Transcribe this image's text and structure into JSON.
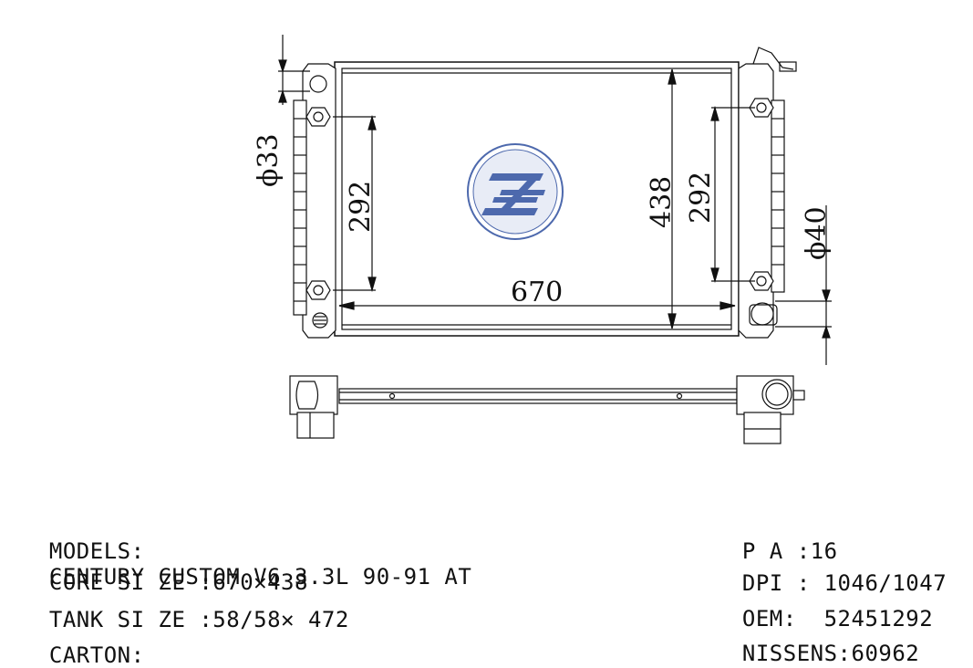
{
  "dimensions": {
    "pipe_left": "ϕ33",
    "pipe_right": "ϕ40",
    "mount_left": "292",
    "mount_right": "292",
    "core_height": "438",
    "core_width": "670"
  },
  "specs": {
    "models_label": "MODELS:",
    "models_value": "CENTURY CUSTOM V6 3.3L 90-91 AT",
    "core_size_label": "CORE SI ZE :",
    "core_size_value": "670✕438",
    "tank_size_label": "TANK SI ZE :",
    "tank_size_value": "58/58✕ 472",
    "carton_label": "CARTON:",
    "carton_value": "",
    "pa_label": "P A :",
    "pa_value": "16",
    "dpi_label": "DPI :",
    "dpi_value": "1046/1047",
    "oem_label": "OEM:",
    "oem_value": "52451292",
    "nissens_label": "NISSENS:",
    "nissens_value": "60962"
  },
  "logo": {
    "color": "#2f4f9f",
    "icon": "company-logo-icon"
  }
}
